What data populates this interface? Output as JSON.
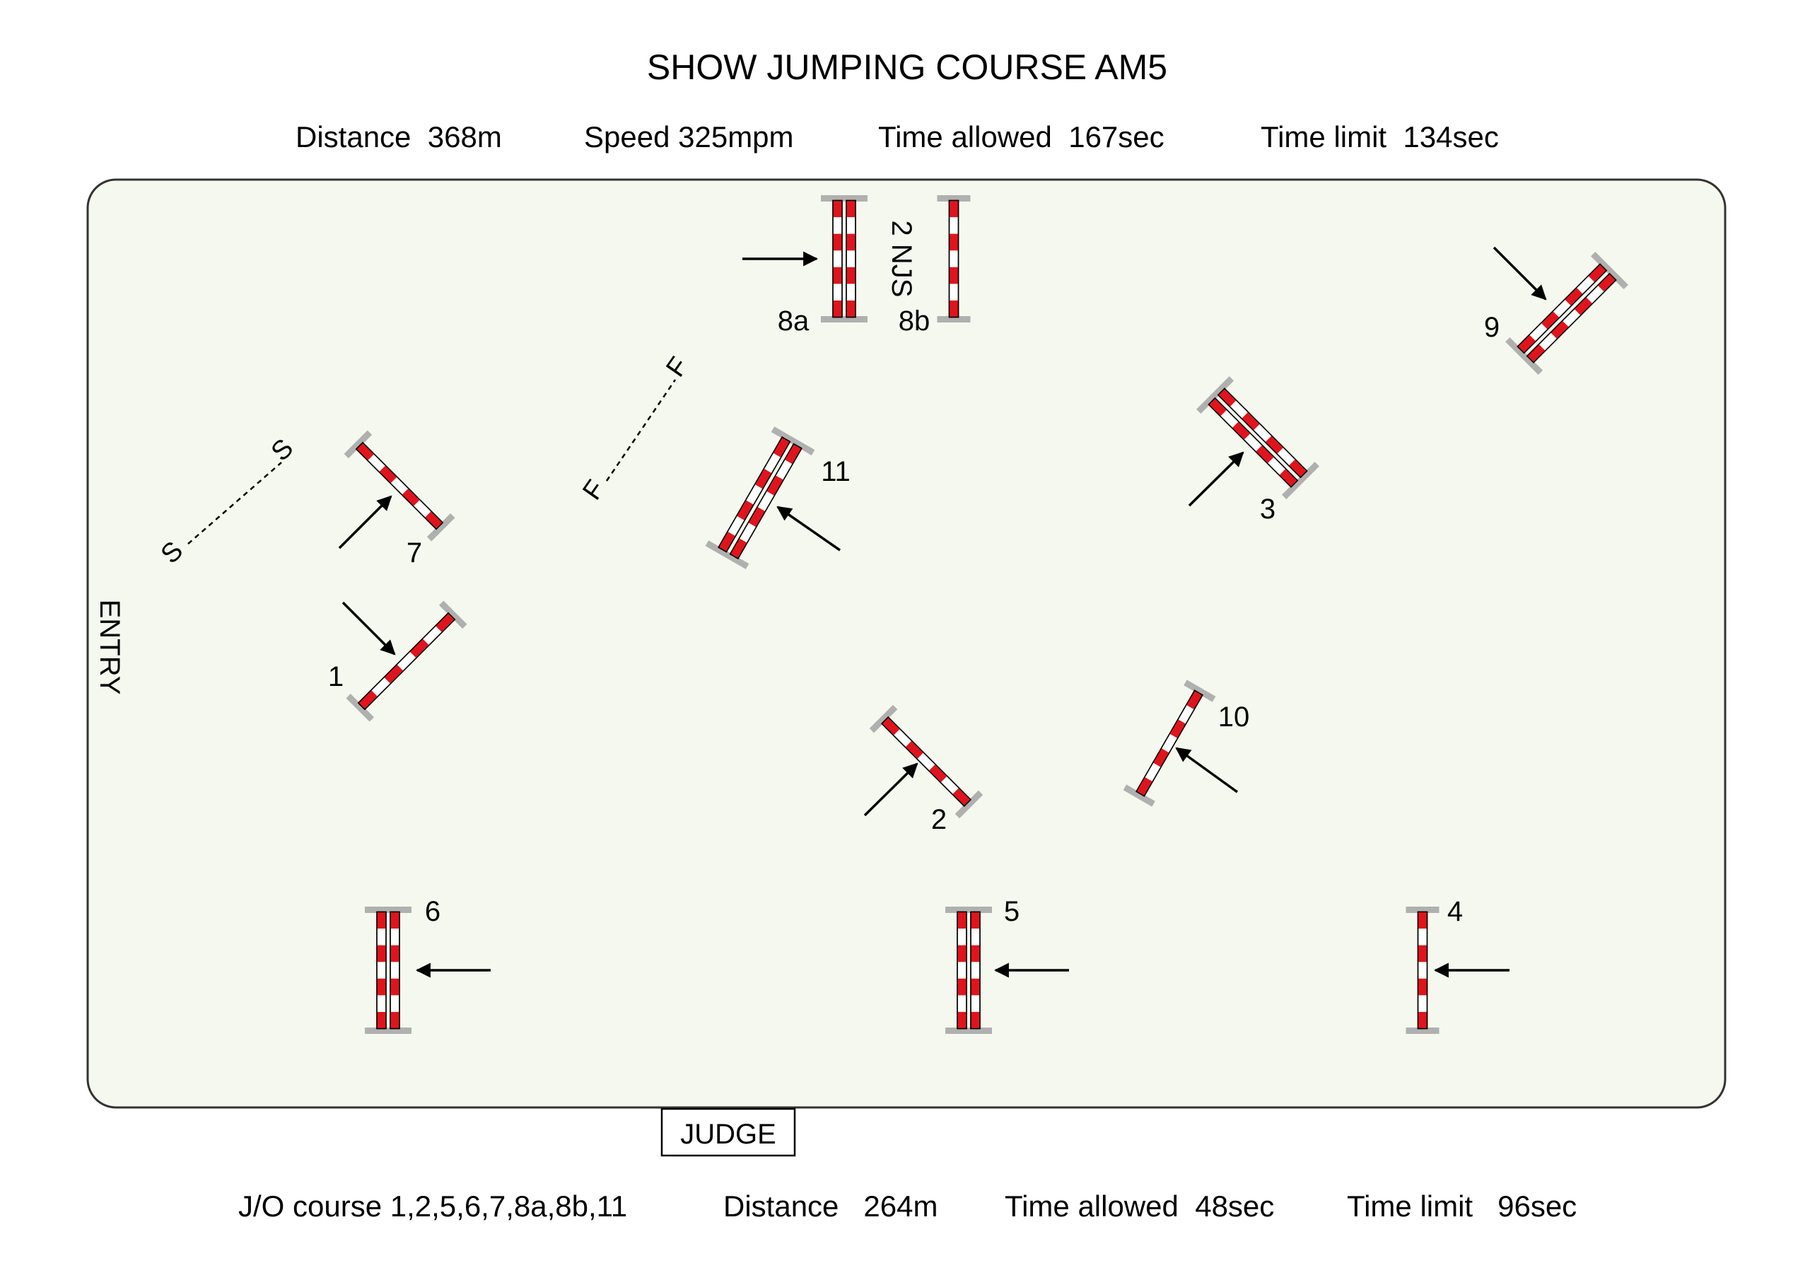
{
  "title": "SHOW JUMPING COURSE AM5",
  "stats": {
    "distance": "Distance  368m",
    "speed": "Speed 325mpm",
    "time_allowed": "Time allowed  167sec",
    "time_limit": "Time limit  134sec"
  },
  "arena": {
    "entry_label": "ENTRY",
    "judge_label": "JUDGE",
    "start_label": "S",
    "finish_label": "F",
    "njs_label": "2 NJS",
    "fill_color": "#f5f8ee",
    "pole_red": "#e0141c",
    "stand_grey": "#b0b0b0"
  },
  "fences": [
    {
      "label": "1"
    },
    {
      "label": "2"
    },
    {
      "label": "3"
    },
    {
      "label": "4"
    },
    {
      "label": "5"
    },
    {
      "label": "6"
    },
    {
      "label": "7"
    },
    {
      "label": "8a"
    },
    {
      "label": "8b"
    },
    {
      "label": "9"
    },
    {
      "label": "10"
    },
    {
      "label": "11"
    }
  ],
  "jump_off": {
    "course": "J/O course 1,2,5,6,7,8a,8b,11",
    "distance": "Distance   264m",
    "time_allowed": "Time allowed  48sec",
    "time_limit": "Time limit   96sec"
  }
}
